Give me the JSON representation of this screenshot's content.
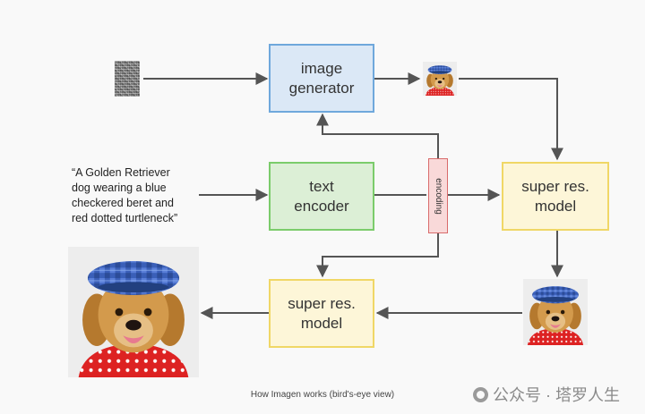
{
  "boxes": {
    "image_generator": {
      "line1": "image",
      "line2": "generator"
    },
    "text_encoder": {
      "line1": "text",
      "line2": "encoder"
    },
    "super_res_1": {
      "line1": "super res.",
      "line2": "model"
    },
    "super_res_2": {
      "line1": "super res.",
      "line2": "model"
    }
  },
  "encoding_label": "encoding",
  "prompt_lines": [
    "“A Golden Retriever",
    "dog wearing a blue",
    "checkered beret and",
    "red dotted turtleneck”"
  ],
  "caption": "How Imagen works (bird's-eye view)",
  "watermark": "公众号 · 塔罗人生",
  "colors": {
    "generator_fill": "#dbe8f6",
    "generator_border": "#6fa8dc",
    "encoder_fill": "#dcefd6",
    "encoder_border": "#7bcc6b",
    "superres_fill": "#fdf6d8",
    "superres_border": "#f0d766",
    "encoding_fill": "#f9d9d9",
    "encoding_border": "#d96b6b",
    "arrow": "#555555"
  }
}
